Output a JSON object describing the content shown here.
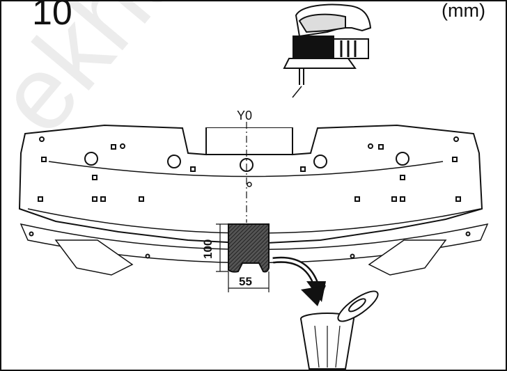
{
  "step": {
    "number": "10"
  },
  "units": {
    "label": "(mm)"
  },
  "axis": {
    "label": "Y0"
  },
  "dimensions": {
    "height": "100",
    "width": "55"
  },
  "watermark": {
    "text": "ekhar"
  },
  "icons": [
    "jigsaw-icon",
    "trash-can-icon",
    "discard-arrow-icon"
  ],
  "colors": {
    "line": "#111111",
    "hatch": "#333333",
    "background": "#ffffff"
  }
}
